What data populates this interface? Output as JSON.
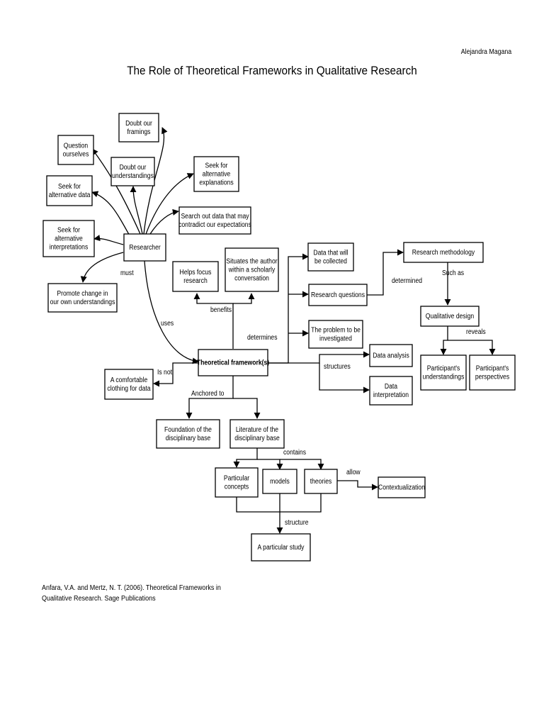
{
  "header": {
    "author": "Alejandra Magana",
    "title": "The Role of Theoretical Frameworks in Qualitative Research"
  },
  "nodes": {
    "doubt_framings": [
      "Doubt our",
      "framings"
    ],
    "question_ourselves": [
      "Question",
      "ourselves"
    ],
    "doubt_understandings": [
      "Doubt our",
      "understandings"
    ],
    "seek_explanations": [
      "Seek for",
      "alternative",
      "explanations"
    ],
    "seek_data": [
      "Seek for",
      "alternative data"
    ],
    "search_out_data": [
      "Search out data that may",
      "contradict our expectations"
    ],
    "seek_interpretations": [
      "Seek for",
      "alternative",
      "interpretations"
    ],
    "researcher": [
      "Researcher"
    ],
    "promote_change": [
      "Promote change in",
      "our own understandings"
    ],
    "helps_focus": [
      "Helps focus",
      "research"
    ],
    "situates_author": [
      "Situates the author",
      "within a scholarly",
      "conversation"
    ],
    "data_collected": [
      "Data that will",
      "be collected"
    ],
    "research_questions": [
      "Research questions"
    ],
    "problem_investigated": [
      "The problem to be",
      "investigated"
    ],
    "research_methodology": [
      "Research methodology"
    ],
    "qualitative_design": [
      "Qualitative design"
    ],
    "theoretical_framework": [
      "Theoretical framework(s)"
    ],
    "comfortable_clothing": [
      "A comfortable",
      "clothing for data"
    ],
    "data_analysis": [
      "Data analysis"
    ],
    "data_interpretation": [
      "Data",
      "interpretation"
    ],
    "participants_understandings": [
      "Participant's",
      "understandings"
    ],
    "participants_perspectives": [
      "Participant's",
      "perspectives"
    ],
    "foundation_base": [
      "Foundation of the",
      "disciplinary base"
    ],
    "literature_base": [
      "Literature of the",
      "disciplinary base"
    ],
    "particular_concepts": [
      "Particular",
      "concepts"
    ],
    "models": [
      "models"
    ],
    "theories": [
      "theories"
    ],
    "contextualization": [
      "Contextualization"
    ],
    "particular_study": [
      "A particular study"
    ]
  },
  "edge_labels": {
    "must": "must",
    "uses": "uses",
    "benefits": "benefits",
    "determines": "determines",
    "determined": "determined",
    "such_as": "Such as",
    "reveals": "reveals",
    "is_not": "Is not",
    "structures": "structures",
    "anchored_to": "Anchored to",
    "contains": "contains",
    "allow": "allow",
    "structure": "structure"
  },
  "citation": {
    "line1": "Anfara, V.A. and Mertz, N. T. (2006). Theoretical Frameworks in",
    "line2": "Qualitative Research. Sage Publications"
  }
}
